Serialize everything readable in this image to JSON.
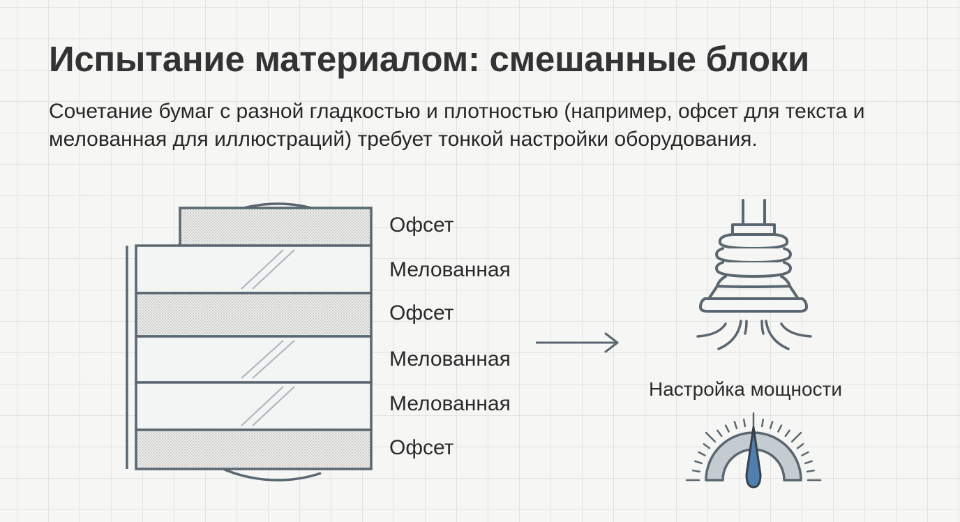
{
  "slide": {
    "title": "Испытание материалом: смешанные блоки",
    "description": "Сочетание бумаг с разной гладкостью и плотностью (например, офсет для текста и мелованная для иллюстраций) требует тонкой настройки оборудования."
  },
  "stack": {
    "layers": [
      {
        "label": "Офсет",
        "type": "offset"
      },
      {
        "label": "Мелованная",
        "type": "coated"
      },
      {
        "label": "Офсет",
        "type": "offset"
      },
      {
        "label": "Мелованная",
        "type": "coated"
      },
      {
        "label": "Мелованная",
        "type": "coated"
      },
      {
        "label": "Офсет",
        "type": "offset"
      }
    ]
  },
  "adjustment": {
    "label": "Настройка мощности",
    "press_icon": "vacuum-suction-cup-icon",
    "gauge_icon": "power-gauge-icon",
    "arrow_icon": "arrow-right-icon"
  },
  "colors": {
    "stroke": "#5a6770",
    "needle": "#4f7fb0"
  }
}
